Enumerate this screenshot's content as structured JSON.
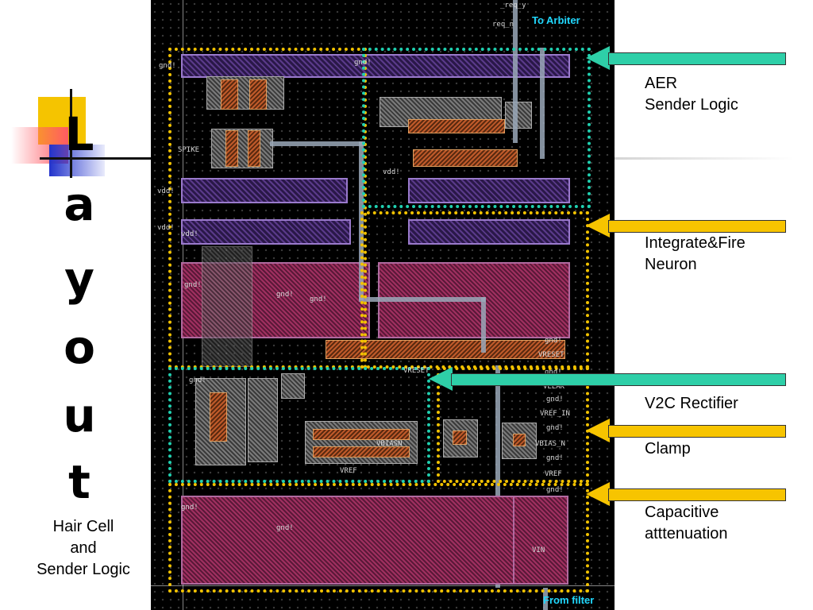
{
  "title": {
    "letters": [
      "L",
      "a",
      "y",
      "o",
      "u",
      "t"
    ],
    "caption": [
      "Hair Cell",
      "and",
      "Sender Logic"
    ]
  },
  "layout_labels": {
    "to_arbiter": "To Arbiter",
    "from_filter": "From filter",
    "req_y": "_req_y",
    "req_n": "req_n",
    "gnd_1": "gnd!",
    "gnd_2": "gnd!",
    "spike": "SPIKE",
    "vdd_1": "vdd!",
    "vdd_2": "vdd!",
    "vdd_3": "vdd!",
    "vdd_4": "vdd!",
    "gnd_3": "gnd!",
    "gnd_4": "gnd!",
    "gnd_5": "gnd!",
    "vreset": "VRESET",
    "vreset_small": "VRESET",
    "vleak": "VLEAK",
    "vref_in": "VREF_IN",
    "vbias_n": "VBIAS_N",
    "vref": "VREF",
    "vref2": "VREF",
    "vbiasn_low": "VBIASN",
    "gnd_6": "gnd!",
    "gnd_7": "gnd!",
    "gnd_8": "gnd!",
    "gnd_9": "gnd!",
    "gnd_10": "gnd!",
    "gnd_11": "gnd!",
    "gnd_12": "gnd!",
    "gnd_13": "gnd!",
    "vin": "VIN",
    "gnd_14": "gnd!"
  },
  "annotations": {
    "aer": [
      "AER",
      "Sender Logic"
    ],
    "if_neuron": [
      "Integrate&Fire",
      "Neuron"
    ],
    "v2c": "V2C Rectifier",
    "clamp": "Clamp",
    "cap_atten": [
      "Capacitive",
      "atttenuation"
    ]
  },
  "colors": {
    "arrow_teal": "#2ecfa8",
    "arrow_yellow": "#f7c400",
    "box_yellow": "#f2c200",
    "box_teal": "#20d0b0"
  }
}
